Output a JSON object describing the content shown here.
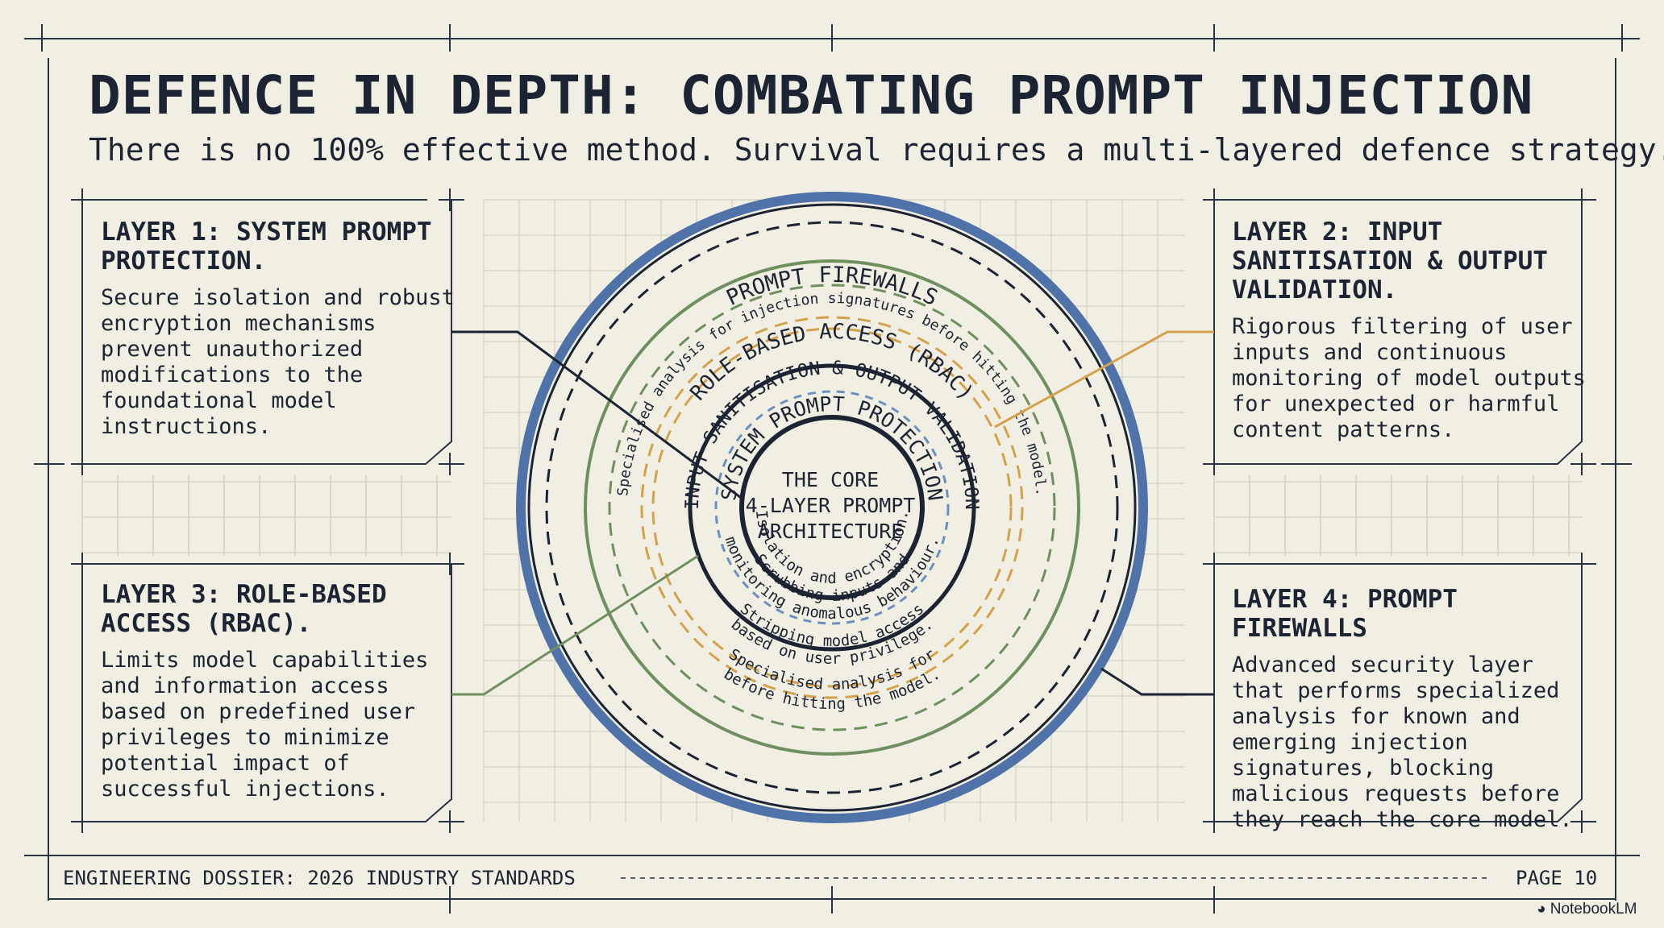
{
  "title": "DEFENCE IN DEPTH: COMBATING PROMPT INJECTION",
  "subtitle": "There is no 100% effective method. Survival requires a multi-layered defence strategy.",
  "core": {
    "line1": "THE CORE",
    "line2": "4-LAYER PROMPT",
    "line3": "ARCHITECTURE"
  },
  "rings": [
    {
      "name": "PROMPT FIREWALLS",
      "top_note": "Specialised analysis for injection signatures before hitting the model.",
      "bottom_note_1": "Specialised analysis for",
      "bottom_note_2": "before hitting the model.",
      "color": "#1c2433"
    },
    {
      "name": "ROLE-BASED ACCESS (RBAC)",
      "bottom_note_1": "Stripping model access",
      "bottom_note_2": "based on user privilege.",
      "color": "#6f8f5f"
    },
    {
      "name": "INPUT SANITISATION & OUTPUT VALIDATION",
      "bottom_note_1": "Scrubbing inputs and",
      "bottom_note_2": "monitoring anomalous behaviour.",
      "color": "#d4a24c"
    },
    {
      "name": "SYSTEM PROMPT PROTECTION",
      "bottom_note_1": "Isolation and encryption.",
      "color": "#1c2433"
    }
  ],
  "colors": {
    "outer_ring": "#4f72a8",
    "navy": "#1c2433",
    "green": "#6f8f5f",
    "gold": "#d4a24c",
    "blue_dash": "#6d8fc0"
  },
  "cards": [
    {
      "heading": "LAYER 1: SYSTEM PROMPT PROTECTION.",
      "body": "Secure isolation and robust encryption mechanisms prevent unauthorized modifications to the foundational model instructions."
    },
    {
      "heading": "LAYER 2: INPUT SANITISATION & OUTPUT VALIDATION.",
      "body": "Rigorous filtering of user inputs and continuous monitoring of model outputs for unexpected or harmful content patterns."
    },
    {
      "heading": "LAYER 3: ROLE-BASED ACCESS (RBAC).",
      "body": "Limits model capabilities and information access based on predefined user privileges to minimize potential impact of successful injections."
    },
    {
      "heading": "LAYER 4: PROMPT FIREWALLS",
      "body": "Advanced security layer that performs specialized analysis for known and emerging injection signatures, blocking malicious requests before they reach the core model."
    }
  ],
  "footer": {
    "left": "ENGINEERING DOSSIER: 2026 INDUSTRY STANDARDS",
    "right": "PAGE 10"
  },
  "watermark": "NotebookLM"
}
